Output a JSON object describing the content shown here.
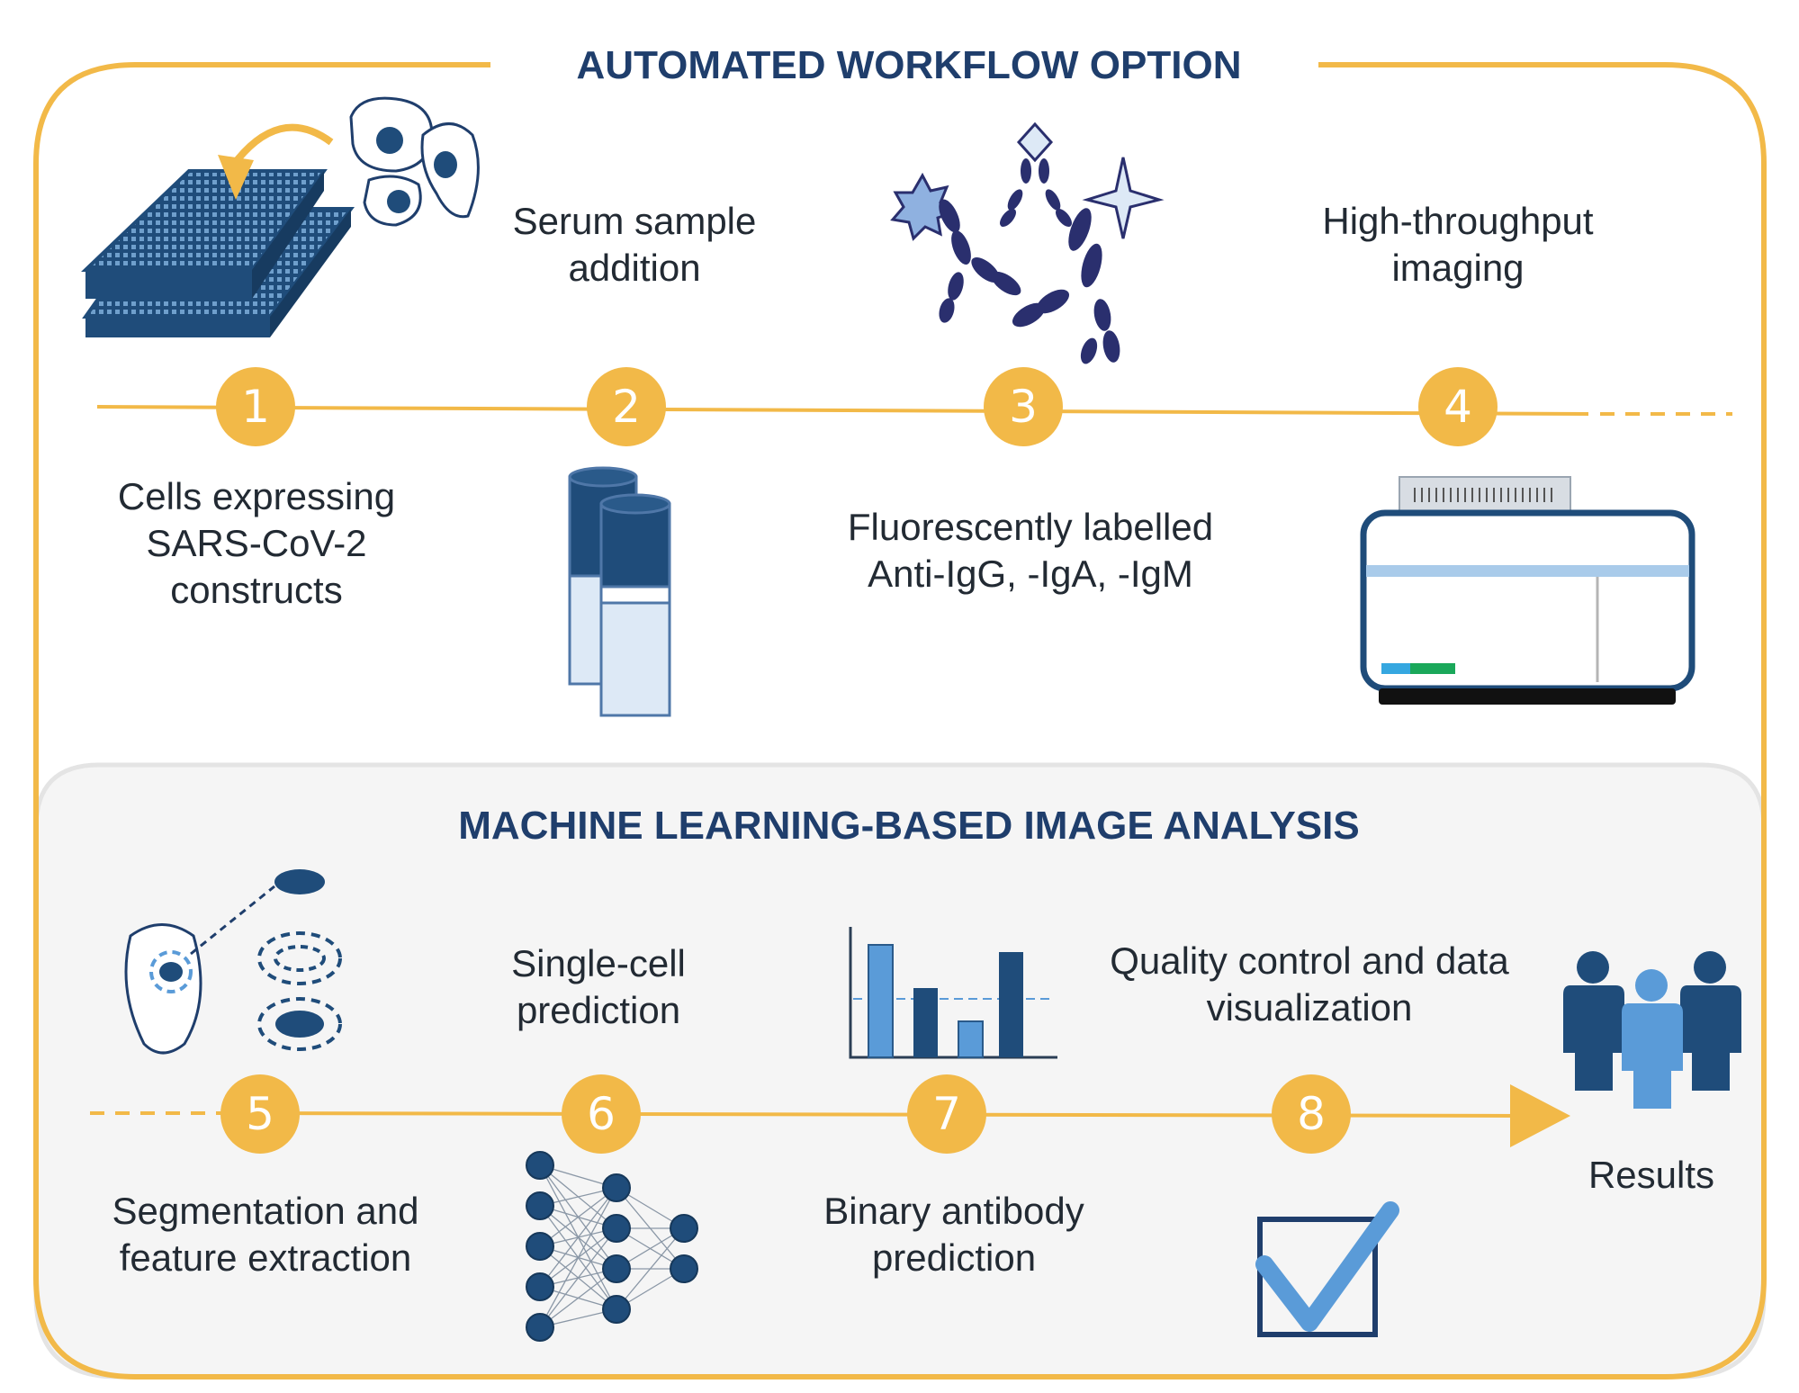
{
  "top_section": {
    "title": "AUTOMATED WORKFLOW OPTION",
    "steps": [
      {
        "number": "1",
        "label": "Cells expressing SARS-CoV-2 constructs"
      },
      {
        "number": "2",
        "label": "Serum sample addition"
      },
      {
        "number": "3",
        "label": "Fluorescently labelled Anti-IgG, -IgA, -IgM"
      },
      {
        "number": "4",
        "label": "High-throughput imaging"
      }
    ]
  },
  "bottom_section": {
    "title": "MACHINE LEARNING-BASED IMAGE ANALYSIS",
    "steps": [
      {
        "number": "5",
        "label": "Segmentation and feature extraction"
      },
      {
        "number": "6",
        "label": "Single-cell prediction"
      },
      {
        "number": "7",
        "label": "Binary antibody prediction"
      },
      {
        "number": "8",
        "label": "Quality control and data visualization"
      }
    ],
    "results_label": "Results"
  },
  "icons": [
    "well-plate-icon",
    "cells-icon",
    "sample-tubes-icon",
    "antibodies-icon",
    "imaging-machine-icon",
    "segmentation-icon",
    "neural-network-icon",
    "bar-chart-icon",
    "checkbox-icon",
    "people-icon"
  ],
  "colors": {
    "accent": "#f2b948",
    "navy": "#1f4c7a",
    "light_blue": "#5a9bd8",
    "panel": "#f5f5f5"
  }
}
